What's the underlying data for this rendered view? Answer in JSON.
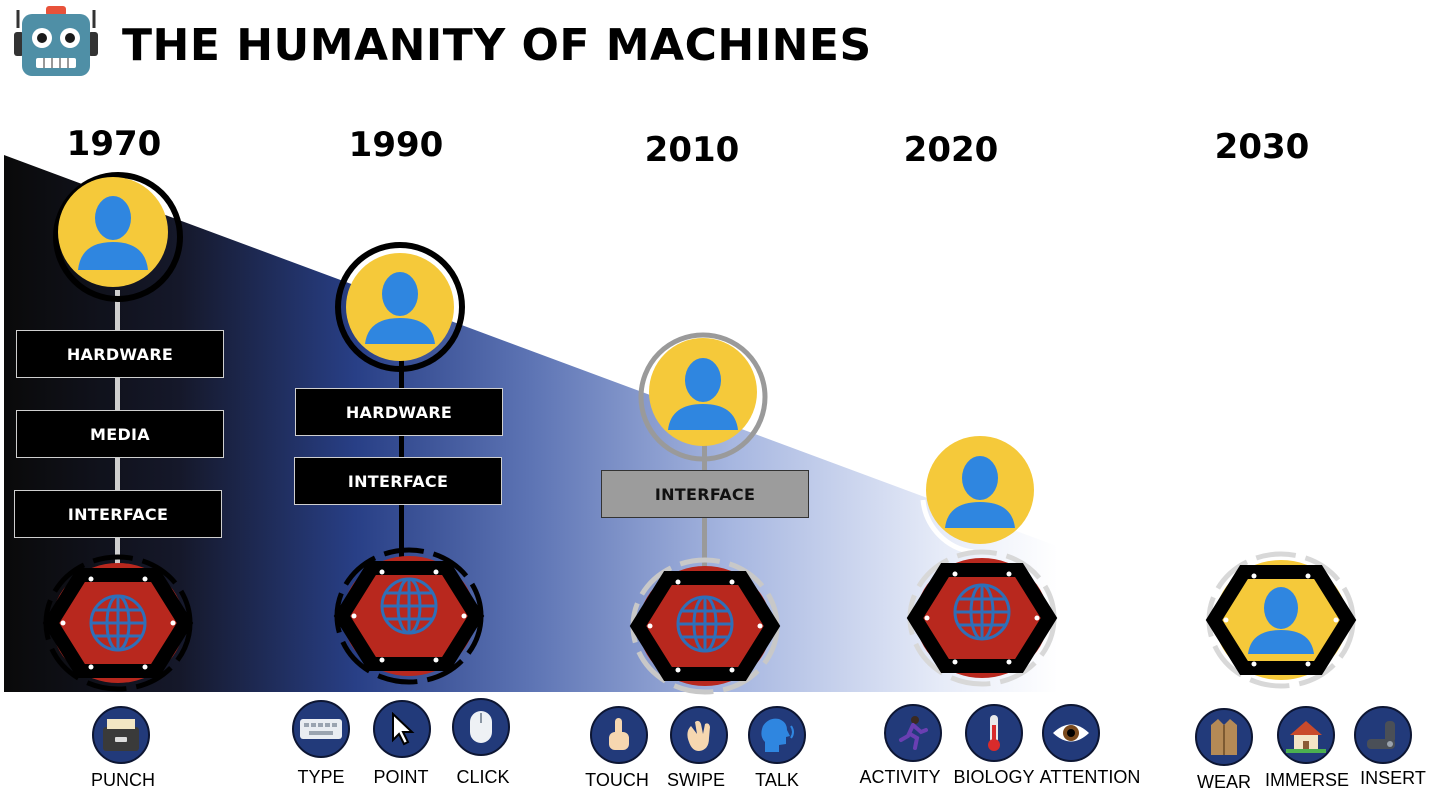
{
  "header": {
    "title": "THE HUMANITY OF MACHINES",
    "logo_icon": "robot-face-icon"
  },
  "colors": {
    "human_yellow": "#f5c93a",
    "human_blue": "#2f86e0",
    "machine_red": "#b8281e",
    "icon_bg": "#223a7a"
  },
  "eras": [
    {
      "year": "1970",
      "layers": [
        "HARDWARE",
        "MEDIA",
        "INTERFACE"
      ],
      "icons": [
        {
          "label": "PUNCH",
          "icon": "card-file-box-icon"
        }
      ]
    },
    {
      "year": "1990",
      "layers": [
        "HARDWARE",
        "INTERFACE"
      ],
      "icons": [
        {
          "label": "TYPE",
          "icon": "keyboard-icon"
        },
        {
          "label": "POINT",
          "icon": "cursor-arrow-icon"
        },
        {
          "label": "CLICK",
          "icon": "mouse-icon"
        }
      ]
    },
    {
      "year": "2010",
      "layers": [
        "INTERFACE"
      ],
      "icons": [
        {
          "label": "TOUCH",
          "icon": "pointing-finger-icon"
        },
        {
          "label": "SWIPE",
          "icon": "waving-hand-icon"
        },
        {
          "label": "TALK",
          "icon": "speaking-head-icon"
        }
      ]
    },
    {
      "year": "2020",
      "layers": [],
      "icons": [
        {
          "label": "ACTIVITY",
          "icon": "running-person-icon"
        },
        {
          "label": "BIOLOGY",
          "icon": "thermometer-icon"
        },
        {
          "label": "ATTENTION",
          "icon": "eye-icon"
        }
      ]
    },
    {
      "year": "2030",
      "layers": [],
      "icons": [
        {
          "label": "WEAR",
          "icon": "coat-icon"
        },
        {
          "label": "IMMERSE",
          "icon": "house-icon"
        },
        {
          "label": "INSERT",
          "icon": "mechanical-arm-icon"
        }
      ]
    }
  ]
}
